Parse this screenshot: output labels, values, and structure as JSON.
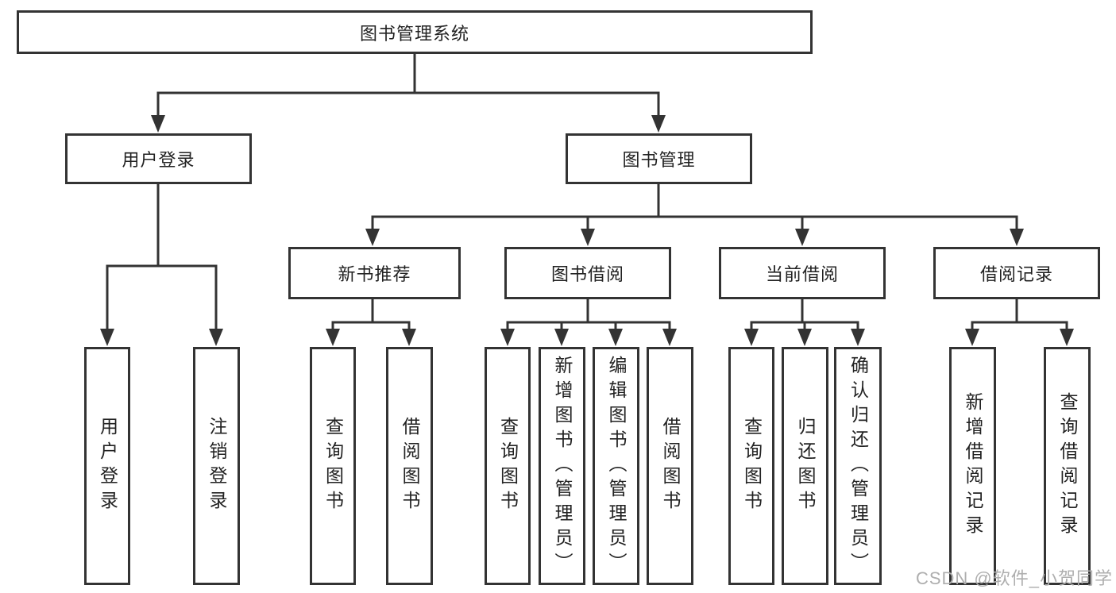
{
  "diagram": {
    "nodes": {
      "root": "图书管理系统",
      "login": "用户登录",
      "mgmt": "图书管理",
      "rec": "新书推荐",
      "borrow": "图书借阅",
      "current": "当前借阅",
      "record": "借阅记录",
      "leaf_login": "用户登录",
      "leaf_logout": "注销登录",
      "rec_query": "查询图书",
      "rec_borrow": "借阅图书",
      "bor_query": "查询图书",
      "bor_add": "新增图书（管理员）",
      "bor_edit": "编辑图书（管理员）",
      "bor_borrow": "借阅图书",
      "cur_query": "查询图书",
      "cur_return": "归还图书",
      "cur_confirm": "确认归还（管理员）",
      "rec2_add": "新增借阅记录",
      "rec2_query": "查询借阅记录"
    },
    "hierarchy": {
      "图书管理系统": [
        "用户登录",
        "图书管理"
      ],
      "用户登录": [
        "用户登录",
        "注销登录"
      ],
      "图书管理": [
        "新书推荐",
        "图书借阅",
        "当前借阅",
        "借阅记录"
      ],
      "新书推荐": [
        "查询图书",
        "借阅图书"
      ],
      "图书借阅": [
        "查询图书",
        "新增图书（管理员）",
        "编辑图书（管理员）",
        "借阅图书"
      ],
      "当前借阅": [
        "查询图书",
        "归还图书",
        "确认归还（管理员）"
      ],
      "借阅记录": [
        "新增借阅记录",
        "查询借阅记录"
      ]
    },
    "watermark": "CSDN @软件_小贺同学",
    "colors": {
      "line": "#333333",
      "text": "#222222",
      "watermark": "#aeaeae",
      "background": "#ffffff"
    }
  }
}
